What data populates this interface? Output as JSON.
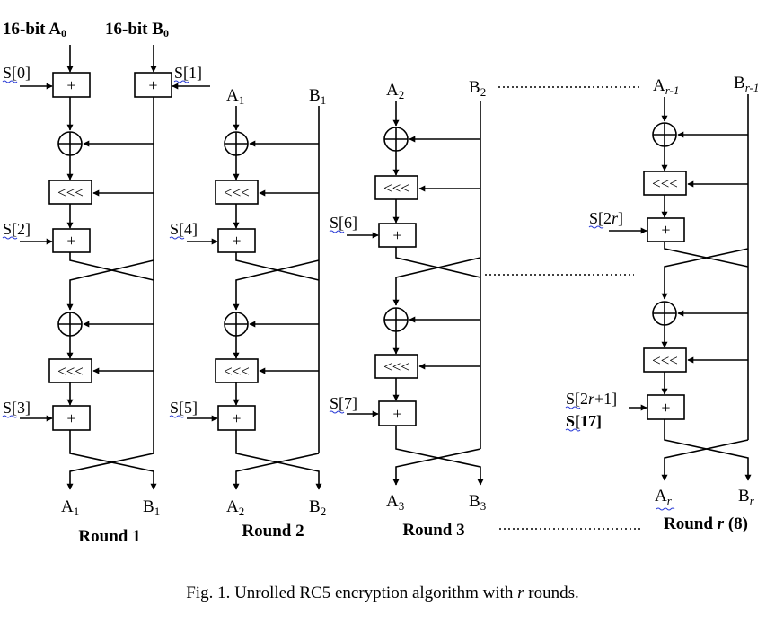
{
  "inputs": {
    "a0": "16-bit A",
    "a0_sub": "0",
    "b0": "16-bit B",
    "b0_sub": "0"
  },
  "ops": {
    "add": "+",
    "rotate": "<<<",
    "xor": "⊕"
  },
  "rounds": [
    {
      "label": "Round 1",
      "top_a": "",
      "top_a_sub": "",
      "top_b": "",
      "top_b_sub": "",
      "keys": [
        "S[0]",
        "S[1]",
        "S[2]",
        "S[3]"
      ],
      "out_a": "A",
      "out_a_sub": "1",
      "out_b": "B",
      "out_b_sub": "1"
    },
    {
      "label": "Round 2",
      "top_a": "A",
      "top_a_sub": "1",
      "top_b": "B",
      "top_b_sub": "1",
      "keys": [
        "S[4]",
        "S[5]"
      ],
      "out_a": "A",
      "out_a_sub": "2",
      "out_b": "B",
      "out_b_sub": "2"
    },
    {
      "label": "Round 3",
      "top_a": "A",
      "top_a_sub": "2",
      "top_b": "B",
      "top_b_sub": "2",
      "keys": [
        "S[6]",
        "S[7]"
      ],
      "out_a": "A",
      "out_a_sub": "3",
      "out_b": "B",
      "out_b_sub": "3"
    },
    {
      "label_prefix": "Round ",
      "label_var": "r",
      "label_suffix": " (8)",
      "top_a": "A",
      "top_a_sub": "r-1",
      "top_b": "B",
      "top_b_sub": "r-1",
      "key_top": {
        "pre": "S[2",
        "var": "r",
        "post": "]"
      },
      "key_bottom": {
        "pre": "S[2",
        "var": "r",
        "post": "+1]"
      },
      "key_bottom_alt": "S[17]",
      "out_a": "A",
      "out_a_sub": "r",
      "out_b": "B",
      "out_b_sub": "r"
    }
  ],
  "caption": {
    "prefix": "Fig. 1.  Unrolled RC5 encryption algorithm with ",
    "var": "r",
    "suffix": " rounds."
  }
}
